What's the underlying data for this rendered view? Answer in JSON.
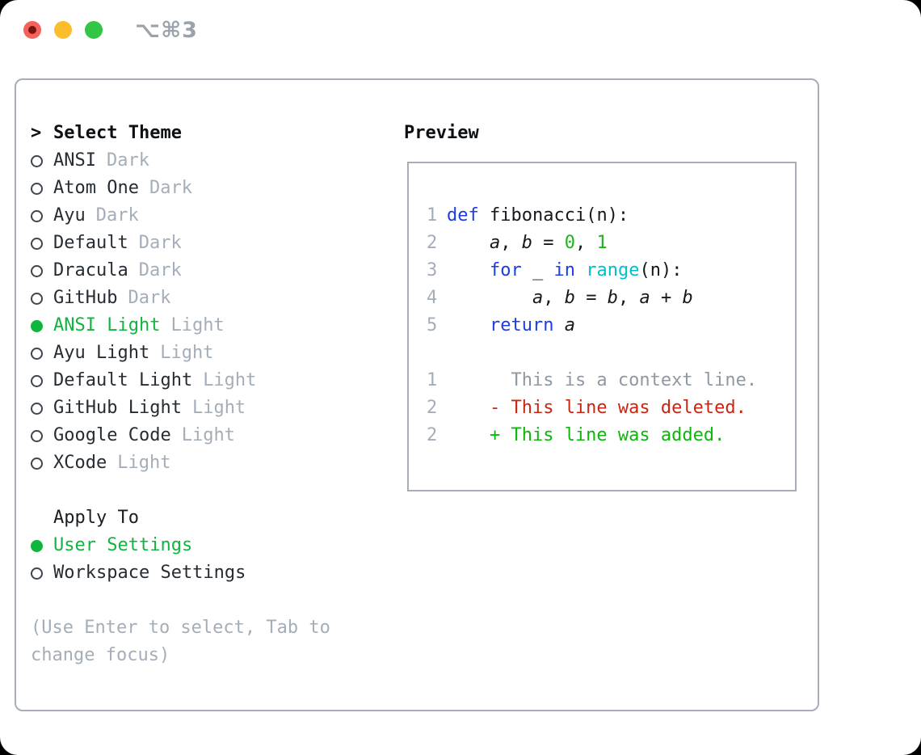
{
  "window": {
    "shortcut": "⌥⌘3",
    "traffic_lights": [
      "close",
      "minimize",
      "maximize"
    ]
  },
  "theme_selector": {
    "title_prefix": ">",
    "title": "Select Theme",
    "items": [
      {
        "name": "ANSI",
        "tag": "Dark",
        "selected": false
      },
      {
        "name": "Atom One",
        "tag": "Dark",
        "selected": false
      },
      {
        "name": "Ayu",
        "tag": "Dark",
        "selected": false
      },
      {
        "name": "Default",
        "tag": "Dark",
        "selected": false
      },
      {
        "name": "Dracula",
        "tag": "Dark",
        "selected": false
      },
      {
        "name": "GitHub",
        "tag": "Dark",
        "selected": false
      },
      {
        "name": "ANSI Light",
        "tag": "Light",
        "selected": true
      },
      {
        "name": "Ayu Light",
        "tag": "Light",
        "selected": false
      },
      {
        "name": "Default Light",
        "tag": "Light",
        "selected": false
      },
      {
        "name": "GitHub Light",
        "tag": "Light",
        "selected": false
      },
      {
        "name": "Google Code",
        "tag": "Light",
        "selected": false
      },
      {
        "name": "XCode",
        "tag": "Light",
        "selected": false
      }
    ]
  },
  "apply_to": {
    "title": "Apply To",
    "options": [
      {
        "label": "User Settings",
        "selected": true
      },
      {
        "label": "Workspace Settings",
        "selected": false
      }
    ]
  },
  "help_text": "(Use Enter to select, Tab to change focus)",
  "preview": {
    "title": "Preview",
    "code_lines": [
      {
        "num": "1",
        "tokens": [
          {
            "text": "def",
            "cls": "kw"
          },
          {
            "text": " fibonacci(n):",
            "cls": "plain"
          }
        ]
      },
      {
        "num": "2",
        "tokens": [
          {
            "text": "    ",
            "cls": "plain"
          },
          {
            "text": "a",
            "cls": "var"
          },
          {
            "text": ", ",
            "cls": "plain"
          },
          {
            "text": "b",
            "cls": "var"
          },
          {
            "text": " = ",
            "cls": "plain"
          },
          {
            "text": "0",
            "cls": "num"
          },
          {
            "text": ", ",
            "cls": "plain"
          },
          {
            "text": "1",
            "cls": "num"
          }
        ]
      },
      {
        "num": "3",
        "tokens": [
          {
            "text": "    ",
            "cls": "plain"
          },
          {
            "text": "for",
            "cls": "kw"
          },
          {
            "text": " _ ",
            "cls": "plain"
          },
          {
            "text": "in",
            "cls": "kw"
          },
          {
            "text": " ",
            "cls": "plain"
          },
          {
            "text": "range",
            "cls": "builtin"
          },
          {
            "text": "(n):",
            "cls": "plain"
          }
        ]
      },
      {
        "num": "4",
        "tokens": [
          {
            "text": "        ",
            "cls": "plain"
          },
          {
            "text": "a",
            "cls": "var"
          },
          {
            "text": ", ",
            "cls": "plain"
          },
          {
            "text": "b",
            "cls": "var"
          },
          {
            "text": " = ",
            "cls": "plain"
          },
          {
            "text": "b",
            "cls": "var"
          },
          {
            "text": ", ",
            "cls": "plain"
          },
          {
            "text": "a",
            "cls": "var"
          },
          {
            "text": " + ",
            "cls": "plain"
          },
          {
            "text": "b",
            "cls": "var"
          }
        ]
      },
      {
        "num": "5",
        "tokens": [
          {
            "text": "    ",
            "cls": "plain"
          },
          {
            "text": "return",
            "cls": "kw"
          },
          {
            "text": " ",
            "cls": "plain"
          },
          {
            "text": "a",
            "cls": "var"
          }
        ]
      }
    ],
    "diff_lines": [
      {
        "num": "1",
        "text": "      This is a context line.",
        "cls": "ctx"
      },
      {
        "num": "2",
        "text": "    - This line was deleted.",
        "cls": "del"
      },
      {
        "num": "2",
        "text": "    + This line was added.",
        "cls": "add"
      }
    ]
  },
  "colors": {
    "accent_green": "#12b43f",
    "keyword_blue": "#1d3ce4",
    "builtin_cyan": "#00c0cb",
    "number_green": "#1cb51c",
    "diff_red": "#cb2512",
    "diff_green": "#0db50d",
    "muted_gray": "#a4aeb9",
    "context_gray": "#8f99a3",
    "text_dark": "#262c33",
    "panel_border": "#a7aeb8",
    "traffic_red": "#f3635b",
    "traffic_red_dot": "#7c150c",
    "traffic_yellow": "#fbbd2c",
    "traffic_green": "#32c644",
    "shortcut_gray": "#9aa2ab"
  }
}
